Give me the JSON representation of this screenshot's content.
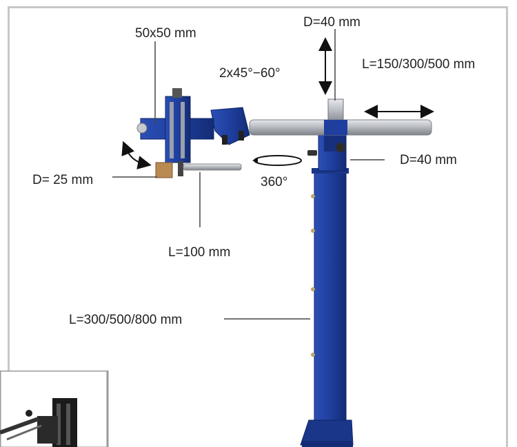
{
  "labels": {
    "clamp_size": "50x50 mm",
    "top_diameter": "D=40 mm",
    "arm_length": "L=150/300/500 mm",
    "angle": "2x45°−60°",
    "side_diameter": "D=40 mm",
    "probe_diameter": "D= 25 mm",
    "rotation": "360°",
    "probe_length": "L=100 mm",
    "column_length": "L=300/500/800 mm"
  },
  "colors": {
    "column_blue": "#1f3f9e",
    "rod_silver": "#b9bcc2",
    "frame_gray": "#c7c7c7"
  }
}
